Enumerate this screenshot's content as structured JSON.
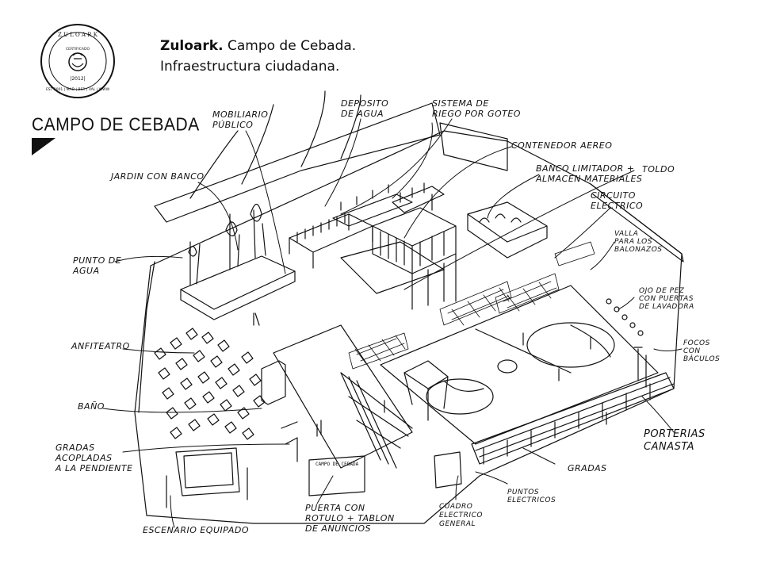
{
  "header": {
    "brand": "Zuloark.",
    "title_line1_rest": " Campo de Cebada.",
    "title_line2": "Infraestructura ciudadana."
  },
  "seal": {
    "top_text": "Z U L O A R K",
    "certified": "CERTIFICADO",
    "year": "|2012|",
    "bottom_text": "EST 2001 | MAD | BER | VAL | WWW"
  },
  "brand_block": {
    "name": "CAMPO DE CEBADA"
  },
  "signboard_text": "CAMPO DE CEBADA",
  "labels": {
    "jardin": "JARDIN CON BANCO",
    "mobiliario": "MOBILIARIO\nPÚBLICO",
    "deposito": "DEPOSITO\nDE AGUA",
    "sistema": "SISTEMA DE\nRIEGO POR GOTEO",
    "contenedor": "CONTENEDOR AEREO",
    "banco": "BANCO LIMITADOR +\nALMACEN MATERIALES",
    "toldo": "TOLDO",
    "circuito": "CIRCUITO\nELECTRICO",
    "valla": "VALLA\nPARA LOS\nBALONAZOS",
    "ojo": "OJO DE PEZ\nCON PUERTAS\nDE LAVADORA",
    "focos": "FOCOS\nCON\nBÁCULOS",
    "punto_agua": "PUNTO DE\nAGUA",
    "anfiteatro": "ANFITEATRO",
    "bano": "BAÑO",
    "gradas_acopladas": "GRADAS\nACOPLADAS\nA LA PENDIENTE",
    "porterias": "PORTERIAS\nCANASTA",
    "gradas": "GRADAS",
    "puntos_electricos": "PUNTOS\nELECTRICOS",
    "cuadro": "CUADRO\nELECTRICO\nGENERAL",
    "puerta": "PUERTA CON\nROTULO + TABLON\nDE ANUNCIOS",
    "escenario": "ESCENARIO EQUIPADO"
  }
}
